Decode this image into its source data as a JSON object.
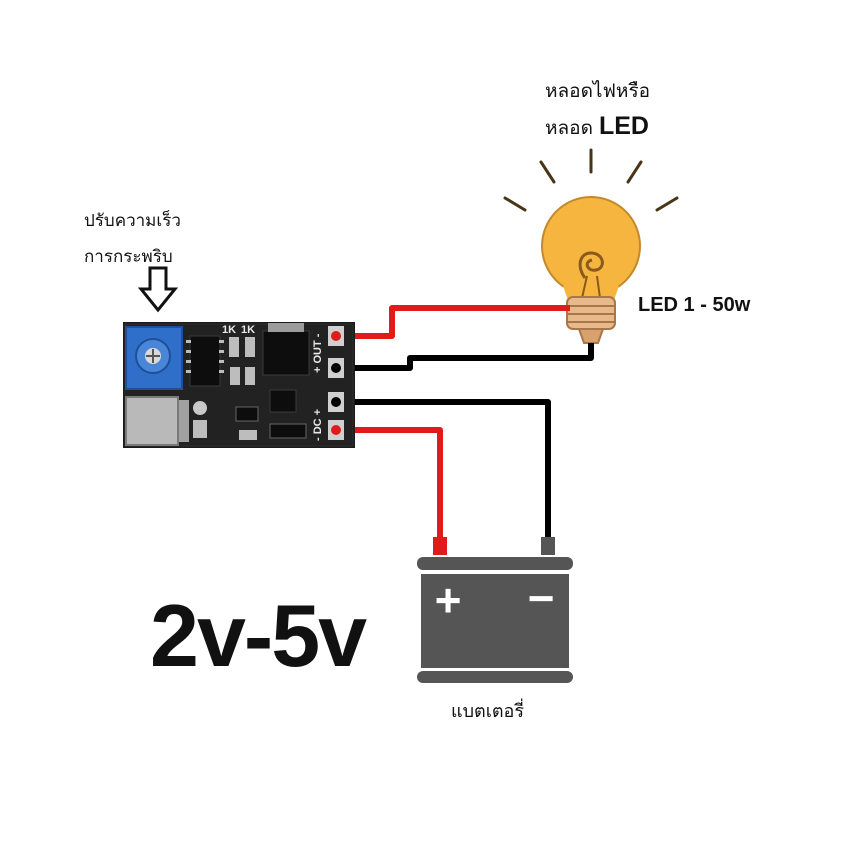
{
  "labels": {
    "bulb_line1": "หลอดไฟหรือ",
    "bulb_line2_prefix": "หลอด",
    "bulb_line2_led": "LED",
    "speed_line1": "ปรับความเร็ว",
    "speed_line2": "การกระพริบ",
    "led_rating": "LED 1 - 50w",
    "voltage": "2v-5v",
    "battery": "แบตเตอรี่"
  },
  "board": {
    "resistor_1": "1K",
    "resistor_2": "1K",
    "out_label": "+ OUT -",
    "dc_label": "- DC +"
  },
  "battery_symbols": {
    "plus": "+",
    "minus": "−"
  },
  "colors": {
    "wire_positive": "#e01b1b",
    "wire_negative": "#000000",
    "battery_body": "#555555",
    "bulb_glass": "#f5b53f",
    "bulb_base": "#e8b98a",
    "pcb": "#1b1b1b",
    "potentiometer": "#2f6fc9"
  }
}
